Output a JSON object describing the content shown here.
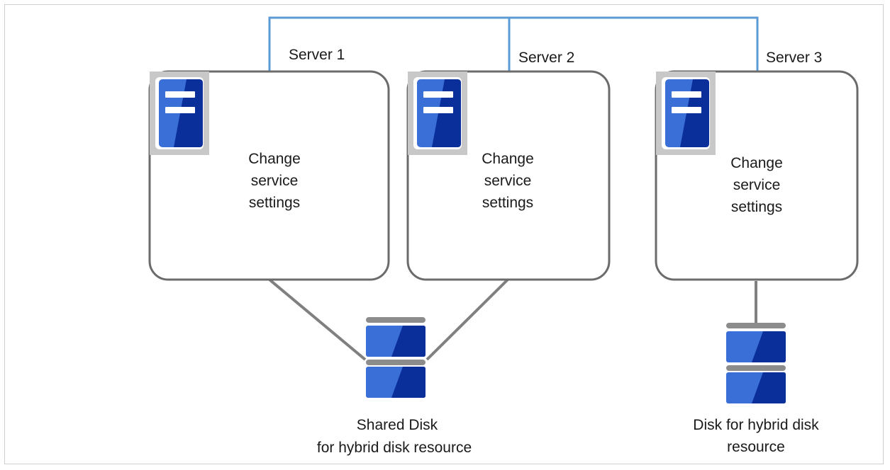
{
  "colors": {
    "network_line": "#5b9bd5",
    "server_border": "#6b6b6b",
    "server_fill": "#ffffff",
    "connector": "#808080",
    "icon_frame": "#c8c8c8",
    "icon_blue_light": "#3a6fd8",
    "icon_blue_dark": "#0b2f9a",
    "disk_cap": "#8c8c8c"
  },
  "servers": [
    {
      "name": "Server 1",
      "body": "Change\nservice\nsettings"
    },
    {
      "name": "Server 2",
      "body": "Change\nservice\nsettings"
    },
    {
      "name": "Server 3",
      "body": "Change\nservice\nsettings"
    }
  ],
  "disks": [
    {
      "label_line1": "Shared Disk",
      "label_line2": "for hybrid disk resource"
    },
    {
      "label_line1": "Disk for hybrid disk",
      "label_line2": "resource"
    }
  ]
}
